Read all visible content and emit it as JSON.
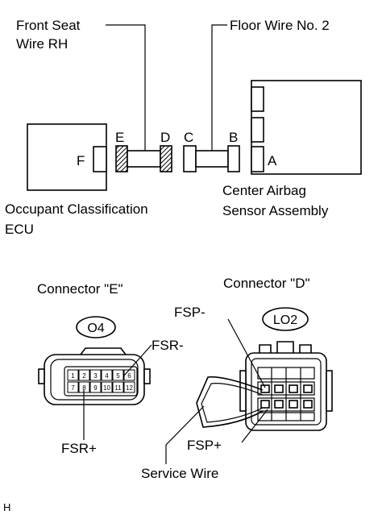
{
  "labels": {
    "front_seat_wire_line1": "Front Seat",
    "front_seat_wire_line2": "Wire RH",
    "floor_wire": "Floor Wire No. 2",
    "pin_e": "E",
    "pin_d": "D",
    "pin_c": "C",
    "pin_b": "B",
    "pin_f": "F",
    "pin_a": "A",
    "ecu_line1": "Occupant Classification",
    "ecu_line2": "ECU",
    "sensor_line1": "Center Airbag",
    "sensor_line2": "Sensor Assembly",
    "connector_e_title": "Connector \"E\"",
    "connector_d_title": "Connector \"D\"",
    "connector_e_code": "O4",
    "connector_d_code": "LO2",
    "fsr_minus": "FSR-",
    "fsr_plus": "FSR+",
    "fsp_minus": "FSP-",
    "fsp_plus": "FSP+",
    "service_wire": "Service Wire",
    "corner_mark": "H"
  },
  "connector_e_pins": {
    "top_row": [
      "1",
      "2",
      "3",
      "4",
      "5",
      "6"
    ],
    "bottom_row": [
      "7",
      "8",
      "9",
      "10",
      "11",
      "12"
    ]
  },
  "colors": {
    "line": "#000000",
    "background": "#ffffff"
  }
}
